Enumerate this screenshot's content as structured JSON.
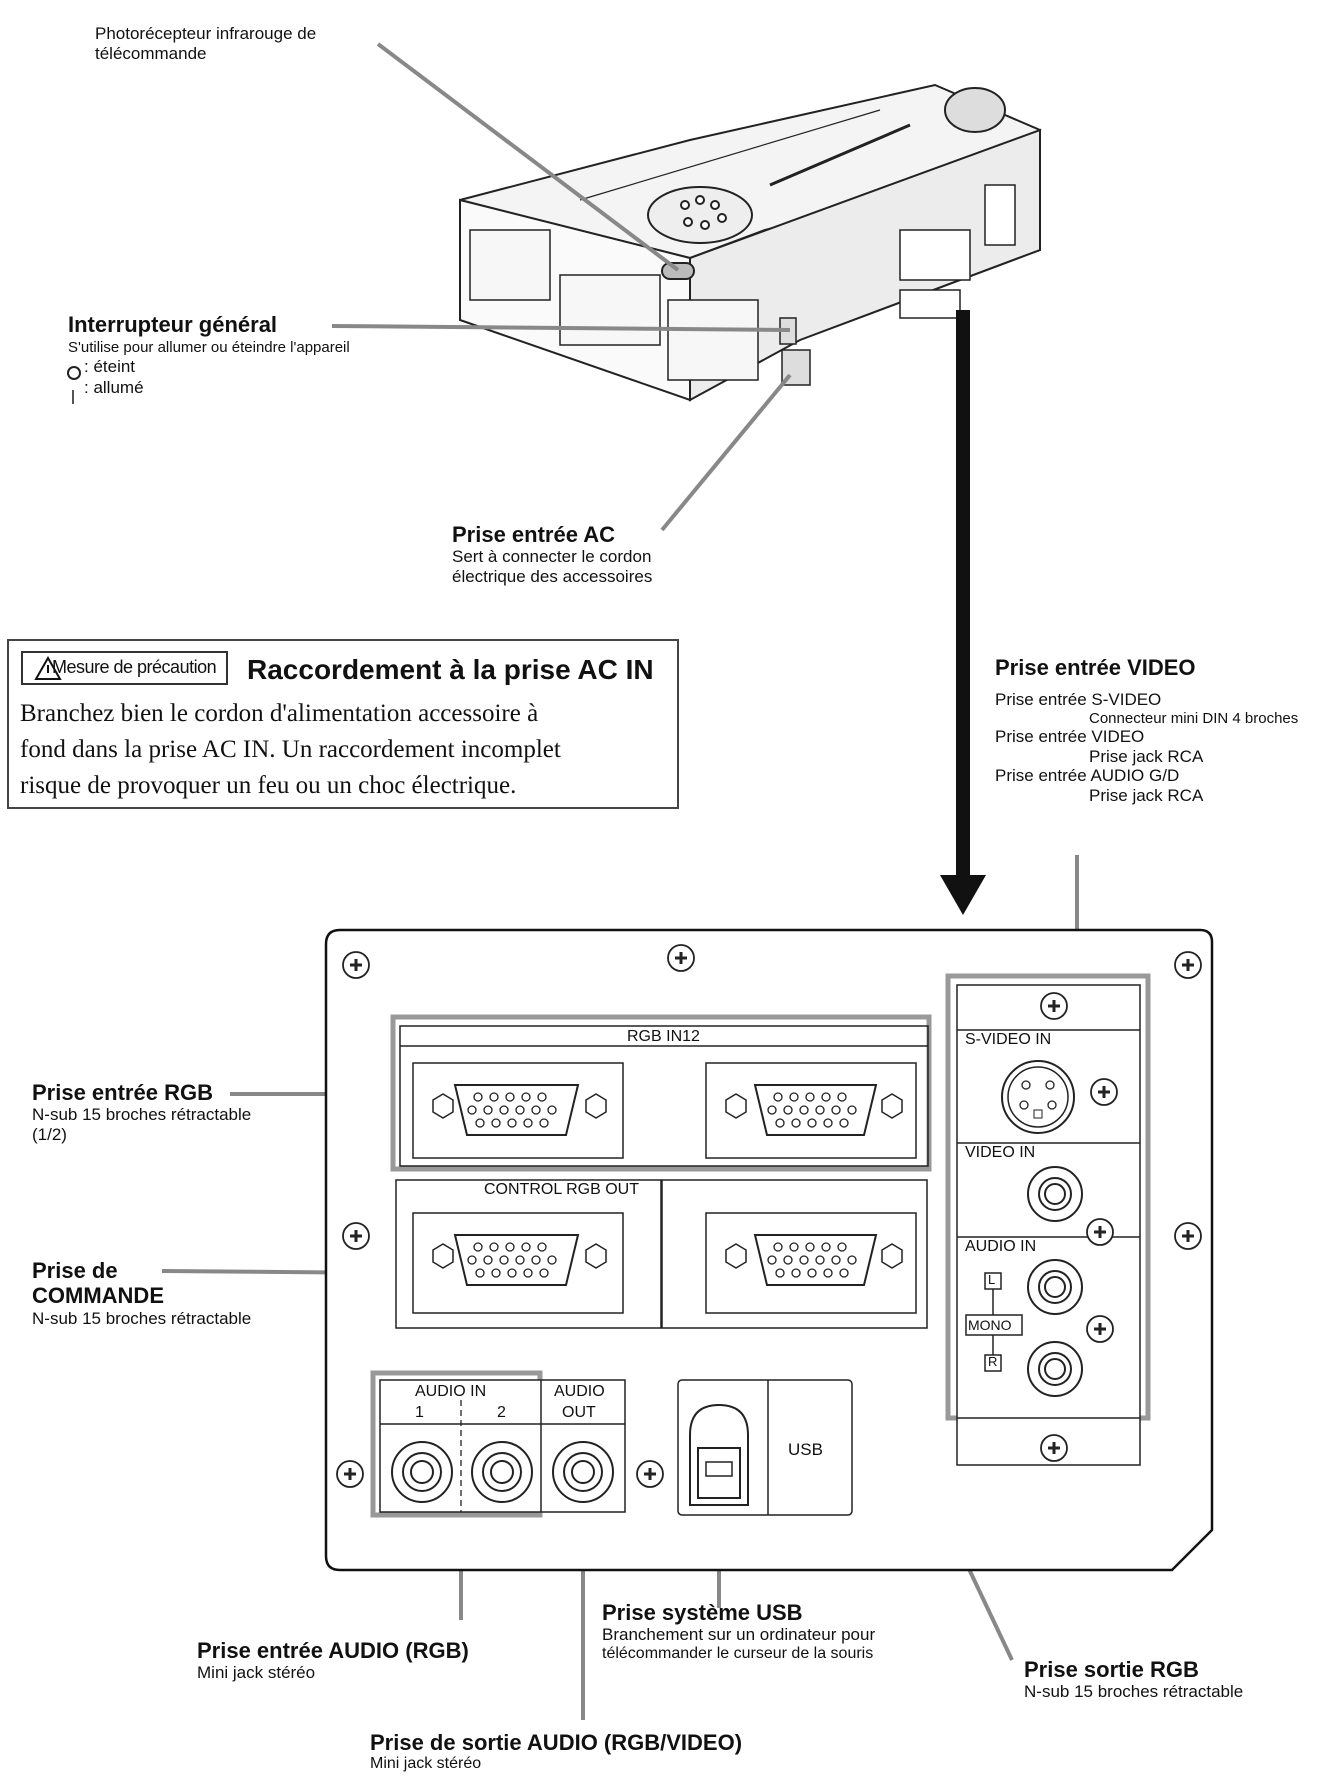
{
  "callouts": {
    "ir_receiver": {
      "line1": "Photorécepteur infrarouge de",
      "line2": "télécommande"
    },
    "main_switch": {
      "title": "Interrupteur général",
      "desc": "S'utilise pour allumer ou éteindre l'appareil",
      "off": ": éteint",
      "on": ": allumé"
    },
    "ac_inlet": {
      "title": "Prise entrée AC",
      "line1": "Sert à connecter le cordon",
      "line2": "électrique des accessoires"
    },
    "video_input": {
      "title": "Prise entrée VIDEO",
      "svideo": "Prise entrée S-VIDEO",
      "svideo_type": "Connecteur mini DIN 4 broches",
      "video": "Prise entrée VIDEO",
      "video_type": "Prise jack RCA",
      "audio": "Prise entrée AUDIO G/D",
      "audio_type": "Prise jack RCA"
    },
    "rgb_input": {
      "title": "Prise entrée RGB",
      "line1": "N-sub 15 broches rétractable",
      "line2": "(1/2)"
    },
    "control": {
      "title1": "Prise de",
      "title2": "COMMANDE",
      "desc": "N-sub 15 broches rétractable"
    },
    "audio_in_rgb": {
      "title": "Prise entrée AUDIO (RGB)",
      "desc": "Mini jack stéréo"
    },
    "usb": {
      "title": "Prise système USB",
      "line1": "Branchement sur un ordinateur pour",
      "line2": "télécommander le curseur de la souris"
    },
    "rgb_out": {
      "title": "Prise sortie RGB",
      "desc": "N-sub 15 broches rétractable"
    },
    "audio_out": {
      "title": "Prise de sortie AUDIO (RGB/VIDEO)",
      "desc": "Mini jack stéréo"
    }
  },
  "caution": {
    "badge": "Mesure de précaution",
    "title": "Raccordement à la prise AC IN",
    "line1": "Branchez bien le cordon d'alimentation accessoire à",
    "line2": "fond dans la prise AC IN. Un raccordement incomplet",
    "line3": "risque de provoquer un feu ou un choc électrique."
  },
  "panel": {
    "rgb_in": "RGB  IN12",
    "control_rgb_out": "CONTROL RGB  OUT",
    "svideo_in": "S-VIDEO  IN",
    "video_in": "VIDEO  IN",
    "audio_in_video": "AUDIO  IN",
    "l": "L",
    "mono": "MONO",
    "r": "R",
    "audio_in": "AUDIO   IN",
    "ch1": "1",
    "ch2": "2",
    "audio_out_1": "AUDIO",
    "audio_out_2": "OUT",
    "usb": "USB"
  },
  "icons": [
    "warning-triangle-icon",
    "power-off-circle-icon",
    "power-on-bar-icon",
    "screw-icon"
  ]
}
